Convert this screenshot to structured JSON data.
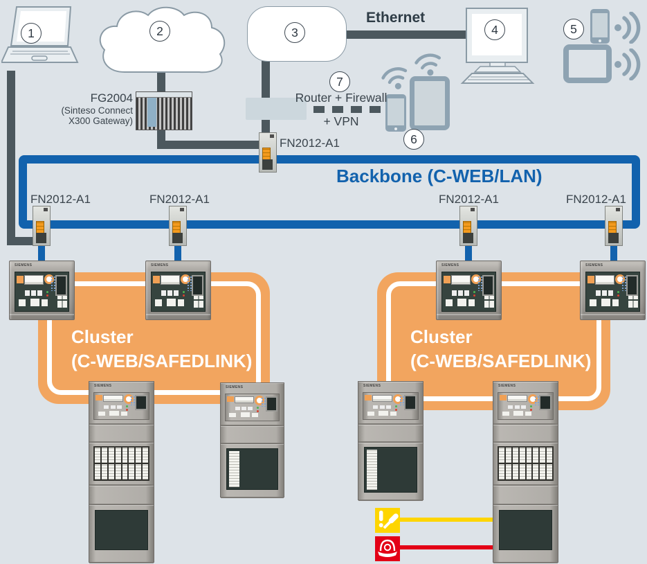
{
  "diagram_title": "Sinteso fire detection system network topology",
  "colors": {
    "background": "#dde3e8",
    "line_dark": "#4c585e",
    "backbone_blue": "#1262ad",
    "cluster_orange": "#f2a55f",
    "badge_orange": "#f0a055",
    "device_slate": "#8ea3b2",
    "fault_yellow": "#fed500",
    "alarm_red": "#e30016",
    "panel_face": "#36443f",
    "text_dark": "#39434b"
  },
  "markers": {
    "laptop": "1",
    "cloud": "2",
    "wan": "3",
    "pc": "4",
    "mobile_devices": "5",
    "mobile_clients": "6",
    "router": "7"
  },
  "labels": {
    "ethernet": "Ethernet",
    "gateway": {
      "line1": "FG2004",
      "line2": "(Sinteso Connect",
      "line3": "X300 Gateway)"
    },
    "fn_module": "FN2012-A1",
    "backbone": "Backbone (C-WEB/LAN)",
    "cluster": {
      "line1": "Cluster",
      "line2": "(C-WEB/SAFEDLINK)"
    },
    "router": {
      "line1": "Router + Firewall",
      "line2": "+ VPN"
    },
    "panel_brand": "SIEMENS"
  }
}
